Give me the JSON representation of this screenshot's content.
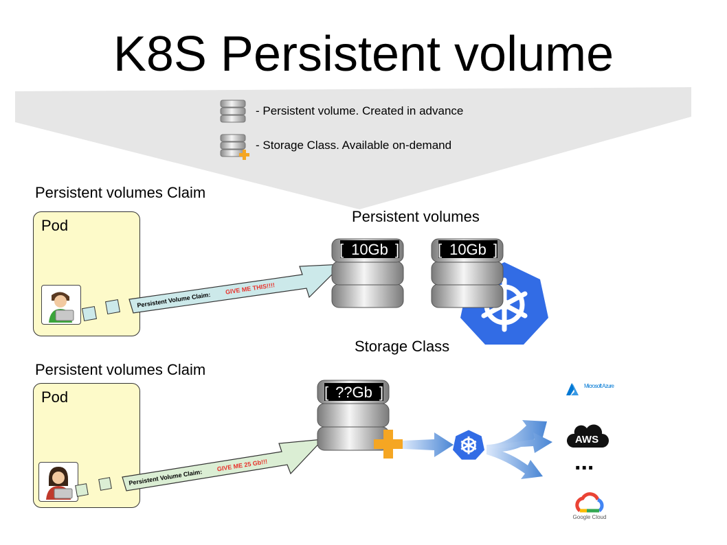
{
  "title": "K8S Persistent volume",
  "legend": {
    "pv": "- Persistent volume. Created in advance",
    "sc": "- Storage Class. Available on-demand"
  },
  "sections": {
    "pvc_top": "Persistent volumes Claim",
    "pvc_bottom": "Persistent volumes Claim",
    "pv": "Persistent volumes",
    "sc": "Storage Class"
  },
  "pods": {
    "top": "Pod",
    "bottom": "Pod"
  },
  "volumes": {
    "pv1": "10Gb",
    "pv2": "10Gb",
    "sc": "??Gb"
  },
  "claims": {
    "top": {
      "label": "Persistent Volume Claim:",
      "request": "GIVE ME THIS!!!!"
    },
    "bottom": {
      "label": "Persistent Volume Claim:",
      "request": "GIVE ME 25 Gb!!!"
    }
  },
  "providers": {
    "azure": "Microsoft Azure",
    "aws": "AWS",
    "more": "...",
    "gcloud": "Google Cloud"
  },
  "colors": {
    "claim_top": "#cce9ea",
    "claim_bottom": "#dbeed4",
    "request_text": "#e8312b",
    "k8s_blue": "#326ce5",
    "pod_fill": "#fdfac9",
    "plus_orange": "#f5a623"
  }
}
